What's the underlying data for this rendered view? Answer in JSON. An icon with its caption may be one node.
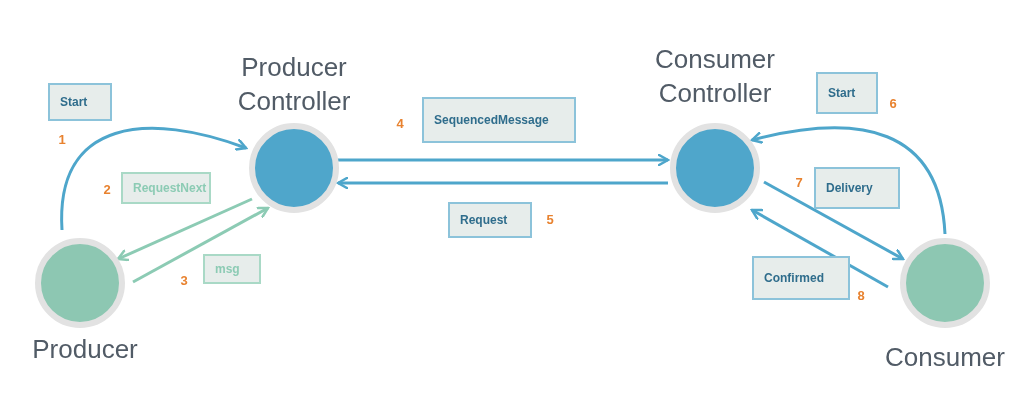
{
  "diagram": {
    "nodes": [
      {
        "text": [
          "Producer"
        ]
      },
      {
        "text": [
          "Producer Controller"
        ]
      },
      {
        "text": [
          "Consumer Controller"
        ]
      },
      {
        "text": [
          "Consumer"
        ]
      }
    ],
    "edges": [
      {
        "from": 0,
        "to": 1,
        "arrow": "to",
        "label": "Start"
      },
      {
        "from": 1,
        "to": 0,
        "arrow": "to",
        "label": "RequestNext",
        "color": "#8ccbb4"
      },
      {
        "from": 0,
        "to": 1,
        "arrow": "to",
        "label": "msg",
        "color": "#8ccbb4"
      },
      {
        "from": 1,
        "to": 2,
        "arrow": "to",
        "label": "SequencedMessage"
      },
      {
        "from": 2,
        "to": 1,
        "arrow": "to",
        "label": "Request"
      },
      {
        "from": 3,
        "to": 2,
        "arrow": "to",
        "label": "Start"
      },
      {
        "from": 2,
        "to": 3,
        "arrow": "to",
        "label": "Delivery"
      },
      {
        "from": 3,
        "to": 2,
        "arrow": "to",
        "label": "Confirmed"
      }
    ],
    "labels": [
      "1",
      "2",
      "3",
      "4",
      "5",
      "6",
      "7",
      "8"
    ]
  }
}
